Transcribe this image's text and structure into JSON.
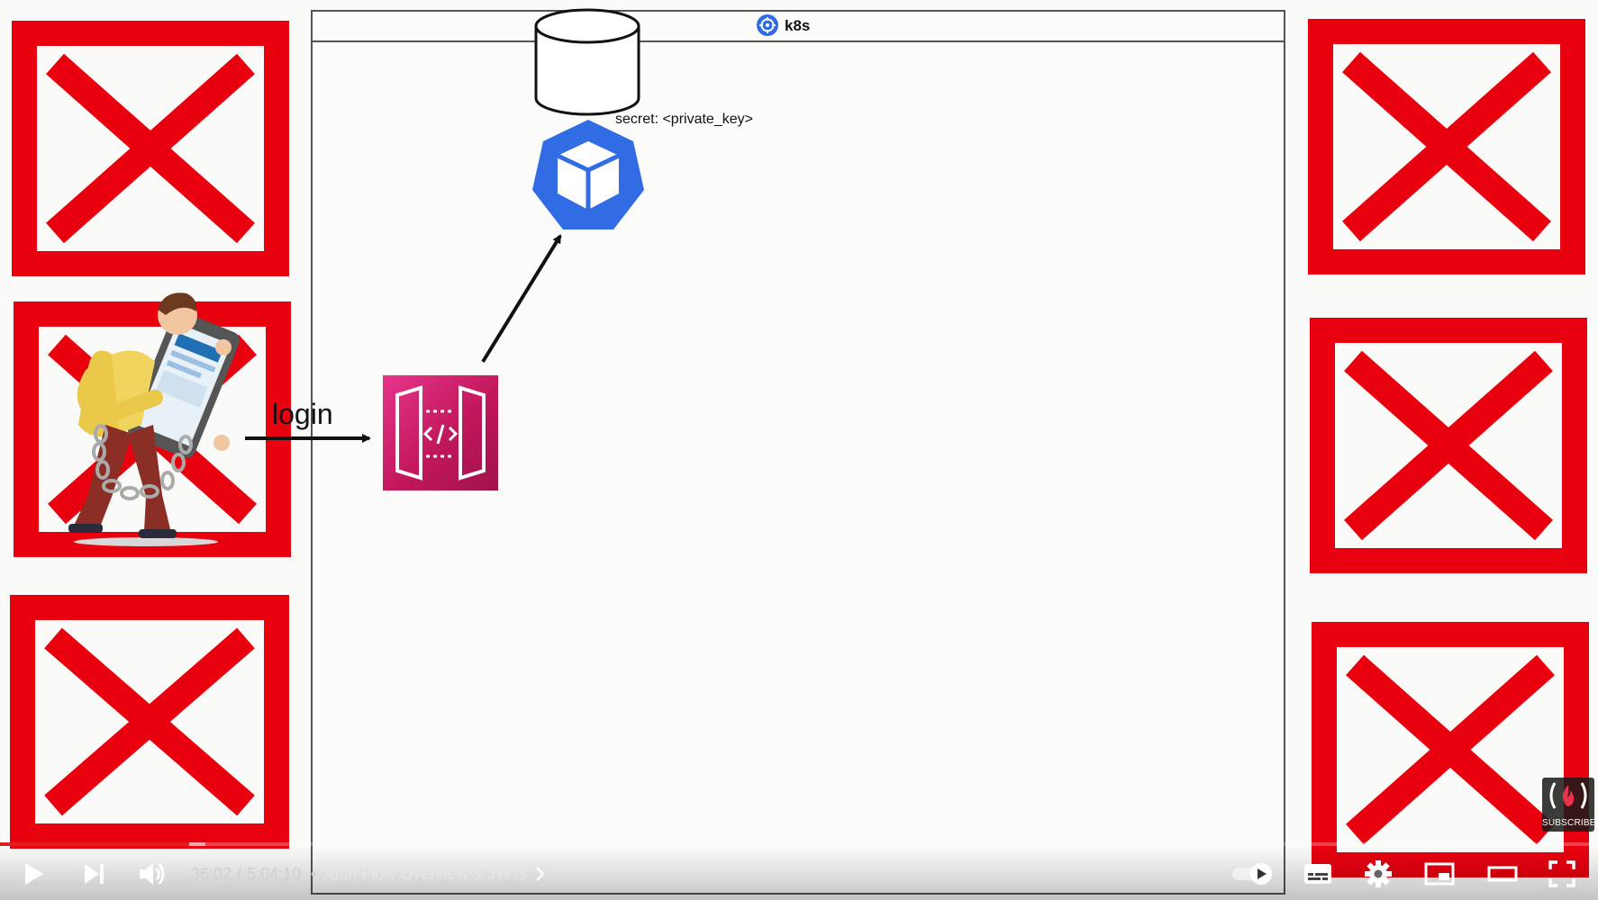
{
  "diagram": {
    "cluster_label": "k8s",
    "secret_label": "secret: <private_key>",
    "login_label": "login"
  },
  "icons": {
    "blocked_marks": "red-x-box",
    "database": "database-cylinder-icon",
    "kubernetes_secret": "kubernetes-secret-icon",
    "api_gateway": "api-gateway-icon",
    "person": "person-chained-to-phone-illustration"
  },
  "player": {
    "time_current": "36:02",
    "time_separator": "/",
    "time_total": "5:04:10",
    "chapter_separator": "•",
    "chapter_title": "Auth Flow Overview & JWTs",
    "progress_fraction": 0.1184,
    "autoplay_on": true,
    "subscribe_label": "SUBSCRIBE"
  },
  "colors": {
    "x_red": "#e8000f",
    "k8s_blue": "#326ce5",
    "gateway_pink": "#d6246e",
    "progress_red": "#e02020"
  }
}
